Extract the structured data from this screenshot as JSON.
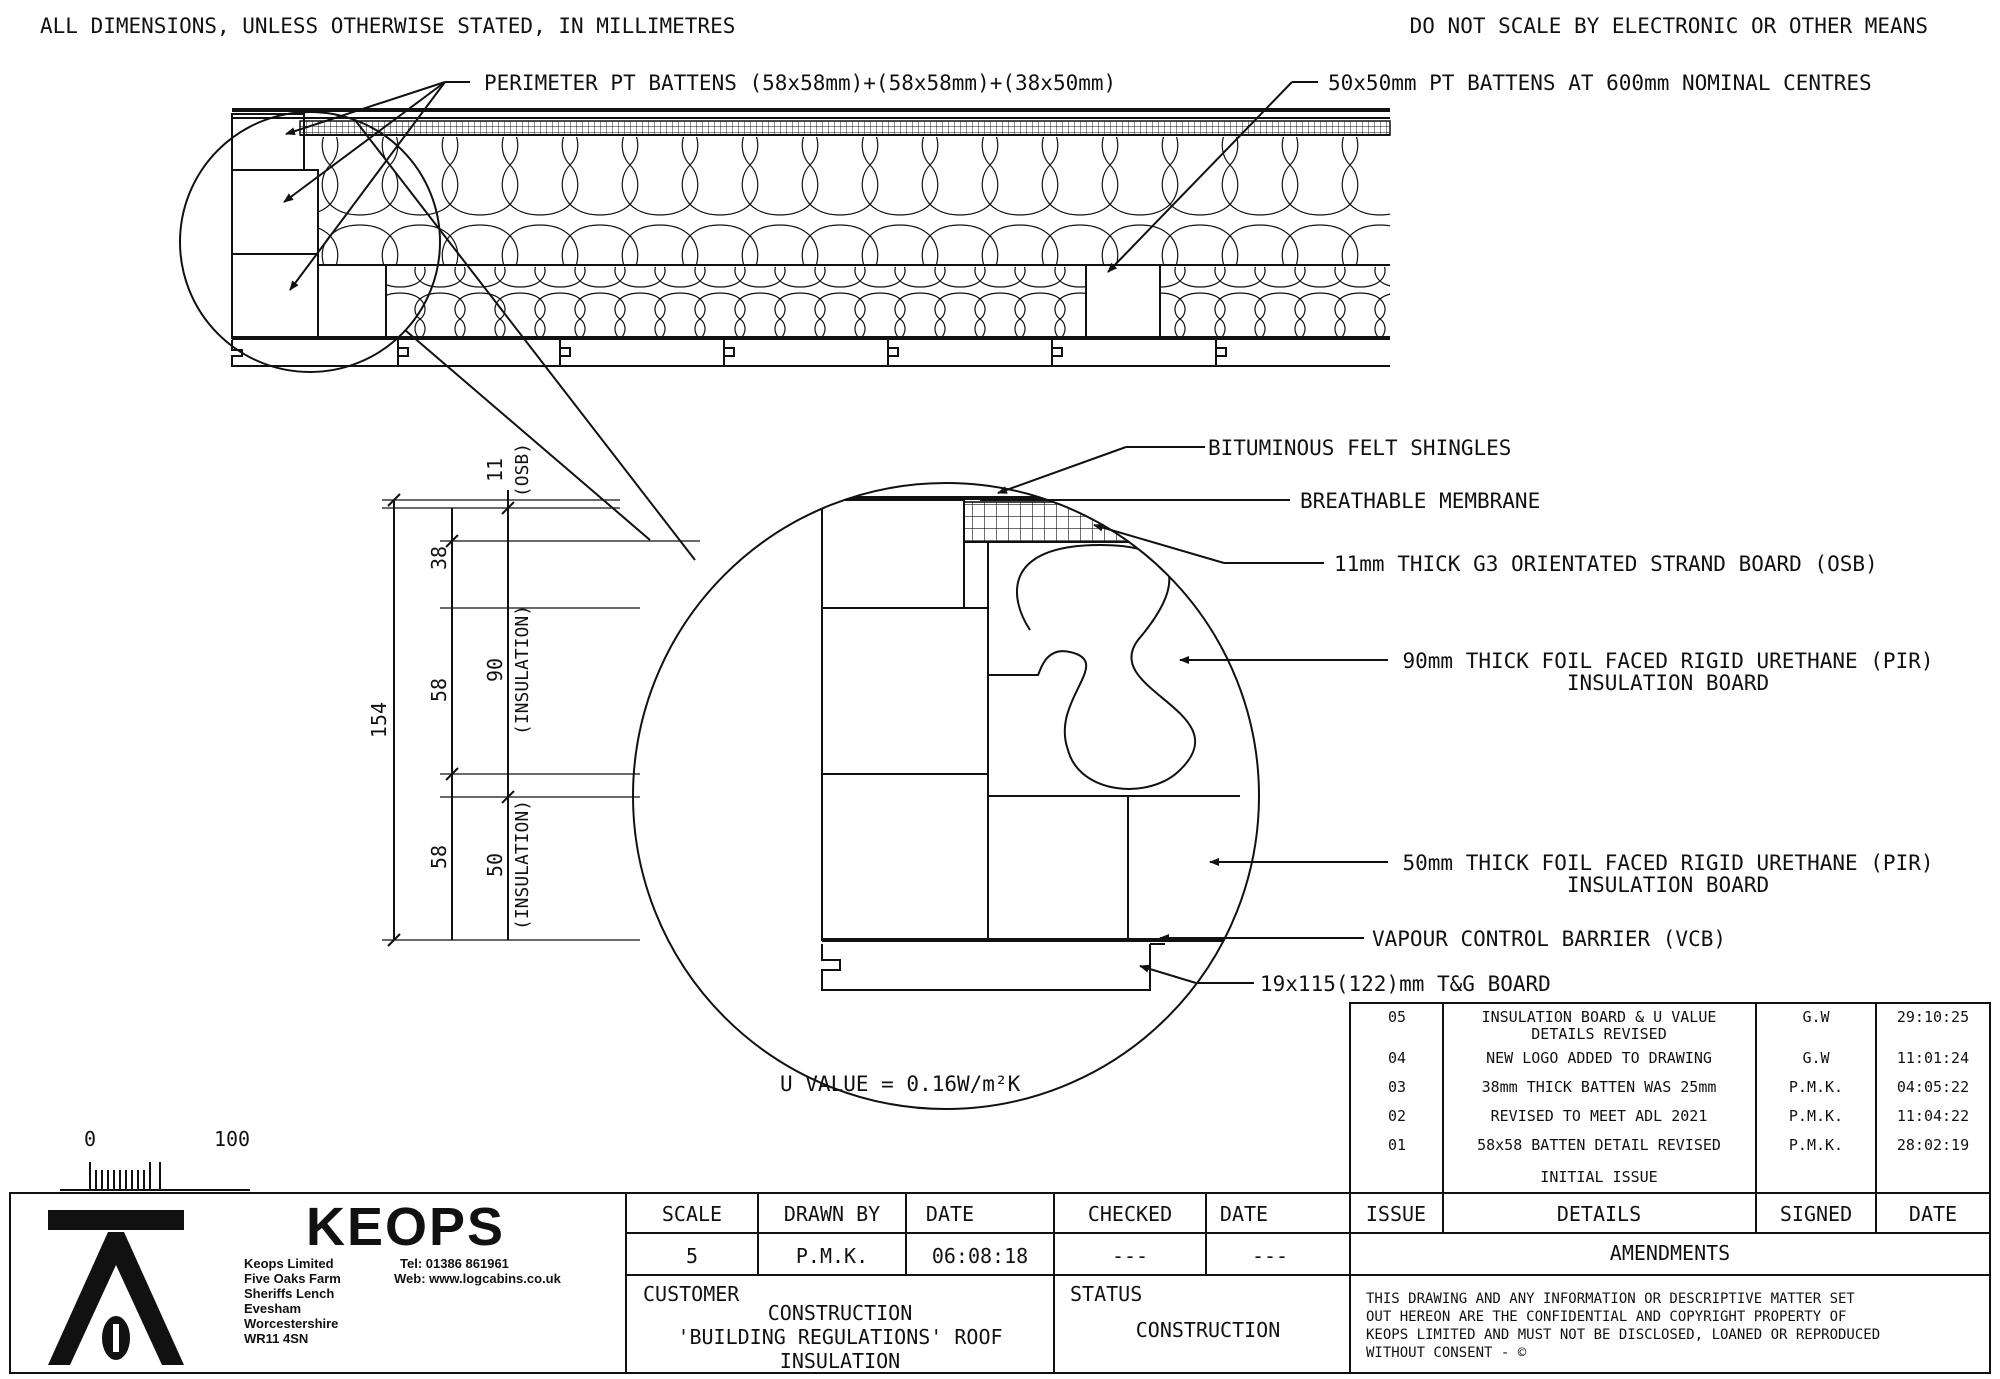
{
  "header": {
    "left_note": "ALL DIMENSIONS, UNLESS OTHERWISE STATED, IN MILLIMETRES",
    "right_note": "DO NOT SCALE BY ELECTRONIC OR OTHER MEANS"
  },
  "callouts": {
    "perimeter_battens": "PERIMETER PT BATTENS (58x58mm)+(58x58mm)+(38x50mm)",
    "centre_battens": "50x50mm PT BATTENS AT 600mm NOMINAL CENTRES",
    "felt_shingles": "BITUMINOUS FELT SHINGLES",
    "membrane": "BREATHABLE MEMBRANE",
    "osb": "11mm THICK G3 ORIENTATED STRAND BOARD (OSB)",
    "pir90_line1": "90mm THICK FOIL FACED RIGID URETHANE (PIR)",
    "pir90_line2": "INSULATION BOARD",
    "pir50_line1": "50mm THICK FOIL FACED RIGID URETHANE (PIR)",
    "pir50_line2": "INSULATION BOARD",
    "vcb": "VAPOUR CONTROL BARRIER (VCB)",
    "tg_board": "19x115(122)mm T&G BOARD"
  },
  "dimensions": {
    "d11": "11",
    "d11_label": "(OSB)",
    "d38": "38",
    "d58a": "58",
    "d58b": "58",
    "d90": "90",
    "d90_label": "(INSULATION)",
    "d50": "50",
    "d50_label": "(INSULATION)",
    "d154": "154"
  },
  "u_value": "U VALUE = 0.16W/m²K",
  "scale_bar": {
    "zero": "0",
    "hundred": "100"
  },
  "company": {
    "logo": "KEOPS",
    "name": "Keops Limited",
    "address1": "Five Oaks Farm",
    "address2": "Sheriffs Lench",
    "address3": "Evesham",
    "address4": "Worcestershire",
    "postcode": "WR11 4SN",
    "tel": "Tel: 01386 861961",
    "web": "Web: www.logcabins.co.uk"
  },
  "title_block": {
    "scale_label": "SCALE",
    "scale_value": "5",
    "drawn_by_label": "DRAWN BY",
    "drawn_by_value": "P.M.K.",
    "date_label": "DATE",
    "date_value": "06:08:18",
    "checked_label": "CHECKED",
    "checked_value": "---",
    "date2_label": "DATE",
    "date2_value": "---",
    "customer_label": "CUSTOMER",
    "customer_line1": "CONSTRUCTION",
    "customer_line2": "'BUILDING REGULATIONS' ROOF",
    "customer_line3": "INSULATION",
    "status_label": "STATUS",
    "status_value": "CONSTRUCTION"
  },
  "amendments": {
    "header_issue": "ISSUE",
    "header_details": "DETAILS",
    "header_signed": "SIGNED",
    "header_date": "DATE",
    "title": "AMENDMENTS",
    "rows": [
      {
        "issue": "05",
        "details1": "INSULATION BOARD & U VALUE",
        "details2": "DETAILS REVISED",
        "signed": "G.W",
        "date": "29:10:25"
      },
      {
        "issue": "04",
        "details1": "NEW LOGO ADDED TO DRAWING",
        "details2": "",
        "signed": "G.W",
        "date": "11:01:24"
      },
      {
        "issue": "03",
        "details1": "38mm THICK BATTEN WAS 25mm",
        "details2": "",
        "signed": "P.M.K.",
        "date": "04:05:22"
      },
      {
        "issue": "02",
        "details1": "REVISED TO MEET ADL 2021",
        "details2": "",
        "signed": "P.M.K.",
        "date": "11:04:22"
      },
      {
        "issue": "01",
        "details1": "58x58 BATTEN DETAIL REVISED",
        "details2": "",
        "signed": "P.M.K.",
        "date": "28:02:19"
      },
      {
        "issue": "",
        "details1": "INITIAL ISSUE",
        "details2": "",
        "signed": "",
        "date": ""
      }
    ]
  },
  "copyright": {
    "line1": "THIS DRAWING AND ANY INFORMATION OR DESCRIPTIVE MATTER SET",
    "line2": "OUT HEREON ARE THE CONFIDENTIAL AND COPYRIGHT PROPERTY OF",
    "line3": "KEOPS LIMITED AND MUST NOT BE DISCLOSED, LOANED OR REPRODUCED",
    "line4": "WITHOUT CONSENT - ©"
  }
}
